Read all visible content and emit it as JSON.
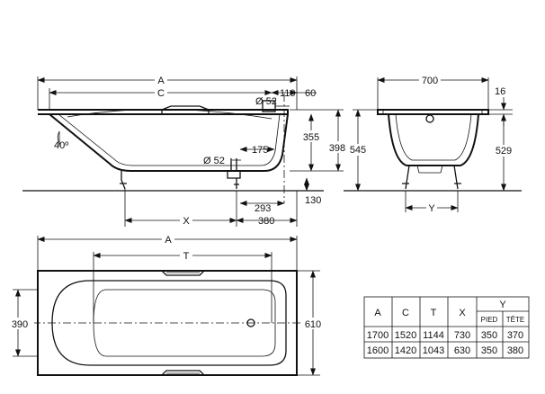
{
  "dims": {
    "A": "A",
    "C": "C",
    "d110": "110",
    "d60": "60",
    "d52a": "Ø 52",
    "d40": "40º",
    "d355": "355",
    "d398": "398",
    "d175": "175",
    "d52b": "Ø 52",
    "d293": "293",
    "d130": "130",
    "X": "X",
    "d380": "380",
    "d700": "700",
    "d16": "16",
    "d545": "545",
    "d529": "529",
    "Y": "Y",
    "A2": "A",
    "T": "T",
    "d390": "390",
    "d610": "610"
  },
  "table": {
    "headers": [
      "A",
      "C",
      "T",
      "X",
      "Y"
    ],
    "sub_headers": [
      "PIED",
      "TÊTE"
    ],
    "rows": [
      [
        "1700",
        "1520",
        "1144",
        "730",
        "350",
        "370"
      ],
      [
        "1600",
        "1420",
        "1043",
        "630",
        "350",
        "380"
      ]
    ]
  }
}
